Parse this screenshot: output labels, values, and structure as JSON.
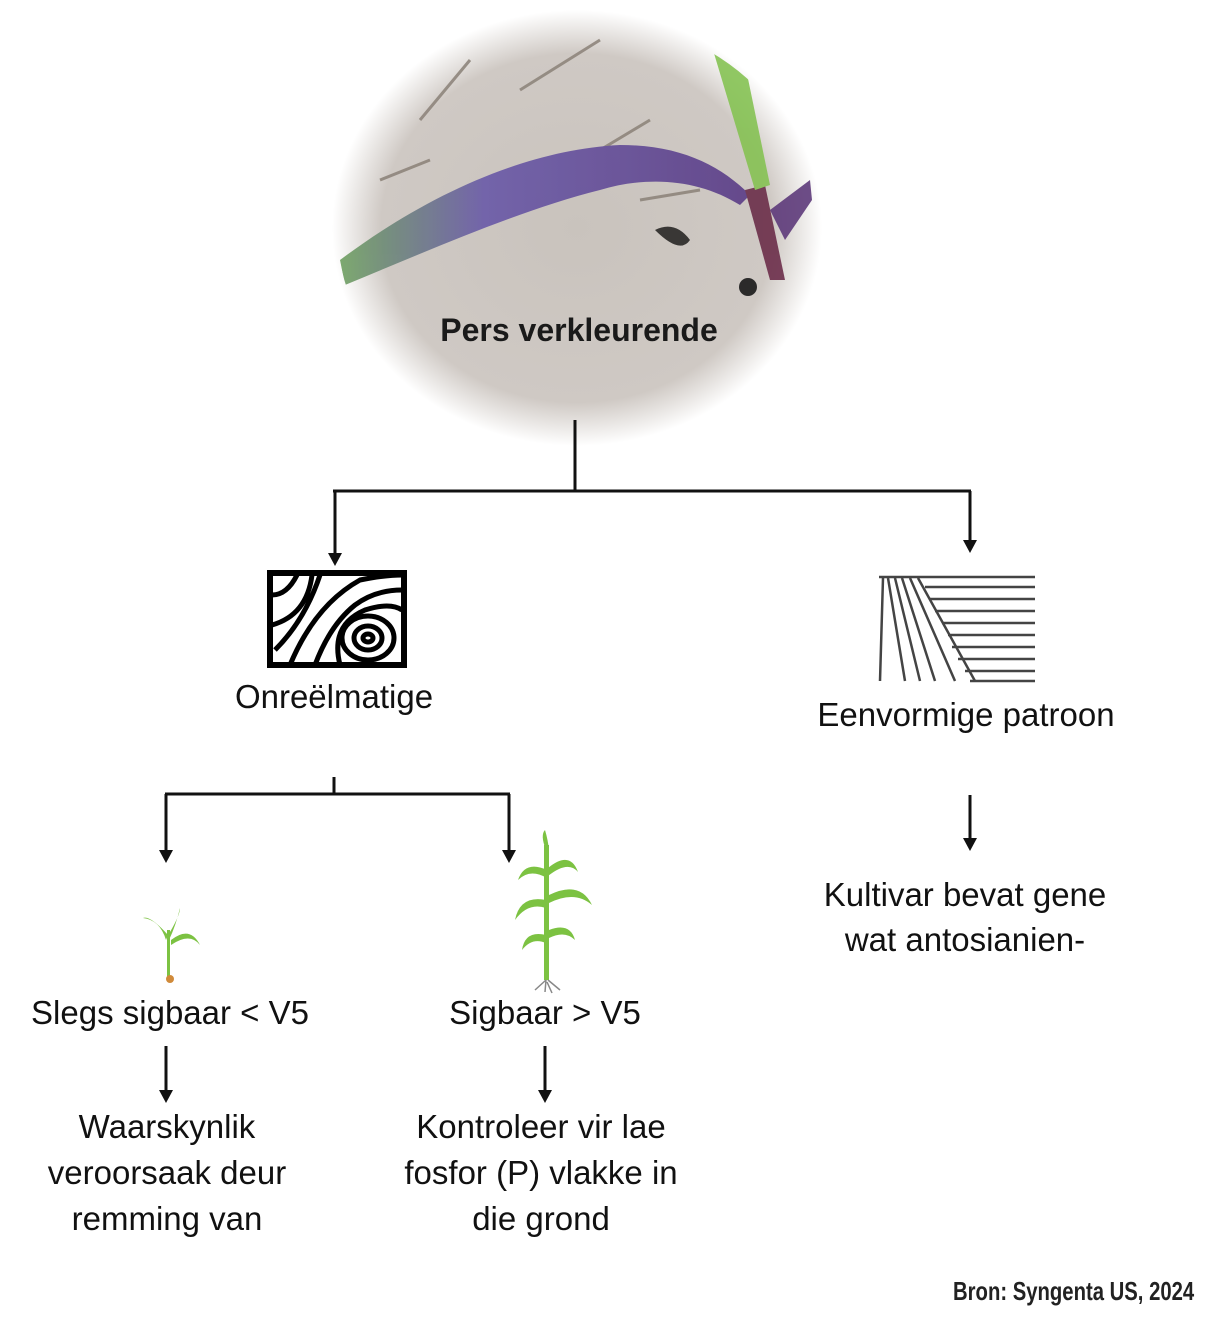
{
  "root": {
    "title": "Pers verkleurende"
  },
  "branches": {
    "irregular": {
      "label": "Onreëlmatige",
      "icon": "irregular-pattern-icon"
    },
    "uniform": {
      "label": "Eenvormige patroon",
      "icon": "uniform-pattern-icon",
      "result_lines": [
        "Kultivar bevat gene",
        "wat antosianien-"
      ]
    }
  },
  "sub": {
    "early": {
      "label": "Slegs sigbaar < V5",
      "icon": "young-plant-icon",
      "result_lines": [
        "Waarskynlik",
        "veroorsaak deur",
        "remming van"
      ]
    },
    "late": {
      "label": "Sigbaar > V5",
      "icon": "tall-plant-icon",
      "result_lines": [
        "Kontroleer vir lae",
        "fosfor (P) vlakke in",
        "die grond"
      ]
    }
  },
  "source": "Bron: Syngenta US, 2024",
  "colors": {
    "leaf_purple": "#6a4a9a",
    "plant_green": "#7cc242",
    "line": "#111111"
  }
}
